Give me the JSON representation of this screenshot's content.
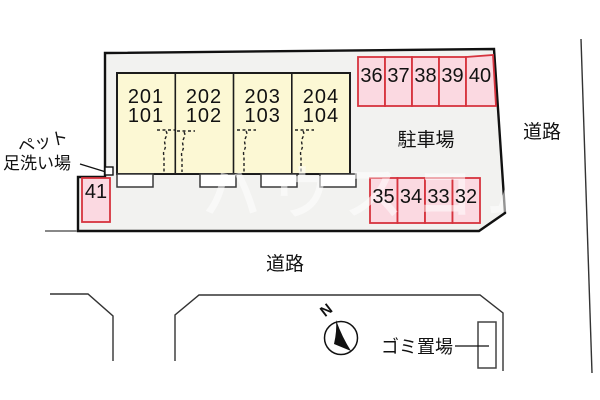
{
  "diagram": {
    "watermark": "ハウスコム",
    "buildings": [
      {
        "upper": "201",
        "lower": "101"
      },
      {
        "upper": "202",
        "lower": "102"
      },
      {
        "upper": "203",
        "lower": "103"
      },
      {
        "upper": "204",
        "lower": "104"
      }
    ],
    "parking": {
      "area_label": "駐車場",
      "top_row": [
        "36",
        "37",
        "38",
        "39",
        "40"
      ],
      "bottom_row": [
        "35",
        "34",
        "33",
        "32"
      ],
      "left_spot": "41"
    },
    "labels": {
      "road_right": "道路",
      "road_bottom": "道路",
      "garbage_area": "ゴミ置場",
      "pet_wash_line1": "ペット",
      "pet_wash_line2": "足洗い場",
      "compass_north": "N"
    },
    "colors": {
      "building_fill": "#fcf8d4",
      "parking_fill": "#fbd9e1",
      "parking_border": "#d6333e",
      "plot_fill": "#f2f2f0",
      "line": "#111111"
    }
  }
}
